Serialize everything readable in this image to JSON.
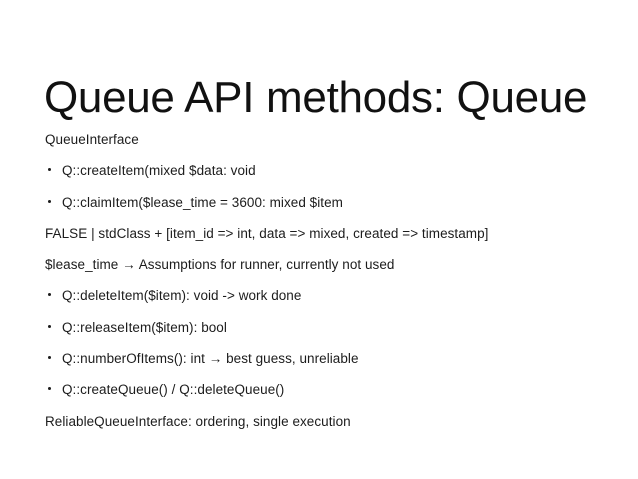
{
  "slide": {
    "title": "Queue API methods: Queue",
    "background_color": "#ffffff",
    "text_color": "#1c1c1c",
    "lines": [
      {
        "type": "plain",
        "text": "QueueInterface"
      },
      {
        "type": "bullet",
        "text": "Q::createItem(mixed $data: void"
      },
      {
        "type": "bullet",
        "text": "Q::claimItem($lease_time = 3600: mixed $item"
      },
      {
        "type": "plain",
        "text": "FALSE | stdClass + [item_id => int, data => mixed, created => timestamp]"
      },
      {
        "type": "plain",
        "text": "$lease_time → Assumptions for runner, currently not used"
      },
      {
        "type": "bullet",
        "text": "Q::deleteItem($item): void -> work done"
      },
      {
        "type": "bullet",
        "text": "Q::releaseItem($item): bool"
      },
      {
        "type": "bullet",
        "text": "Q::numberOfItems(): int → best guess, unreliable"
      },
      {
        "type": "bullet",
        "text": "Q::createQueue() / Q::deleteQueue()"
      },
      {
        "type": "plain",
        "text": "ReliableQueueInterface: ordering, single execution"
      }
    ]
  }
}
